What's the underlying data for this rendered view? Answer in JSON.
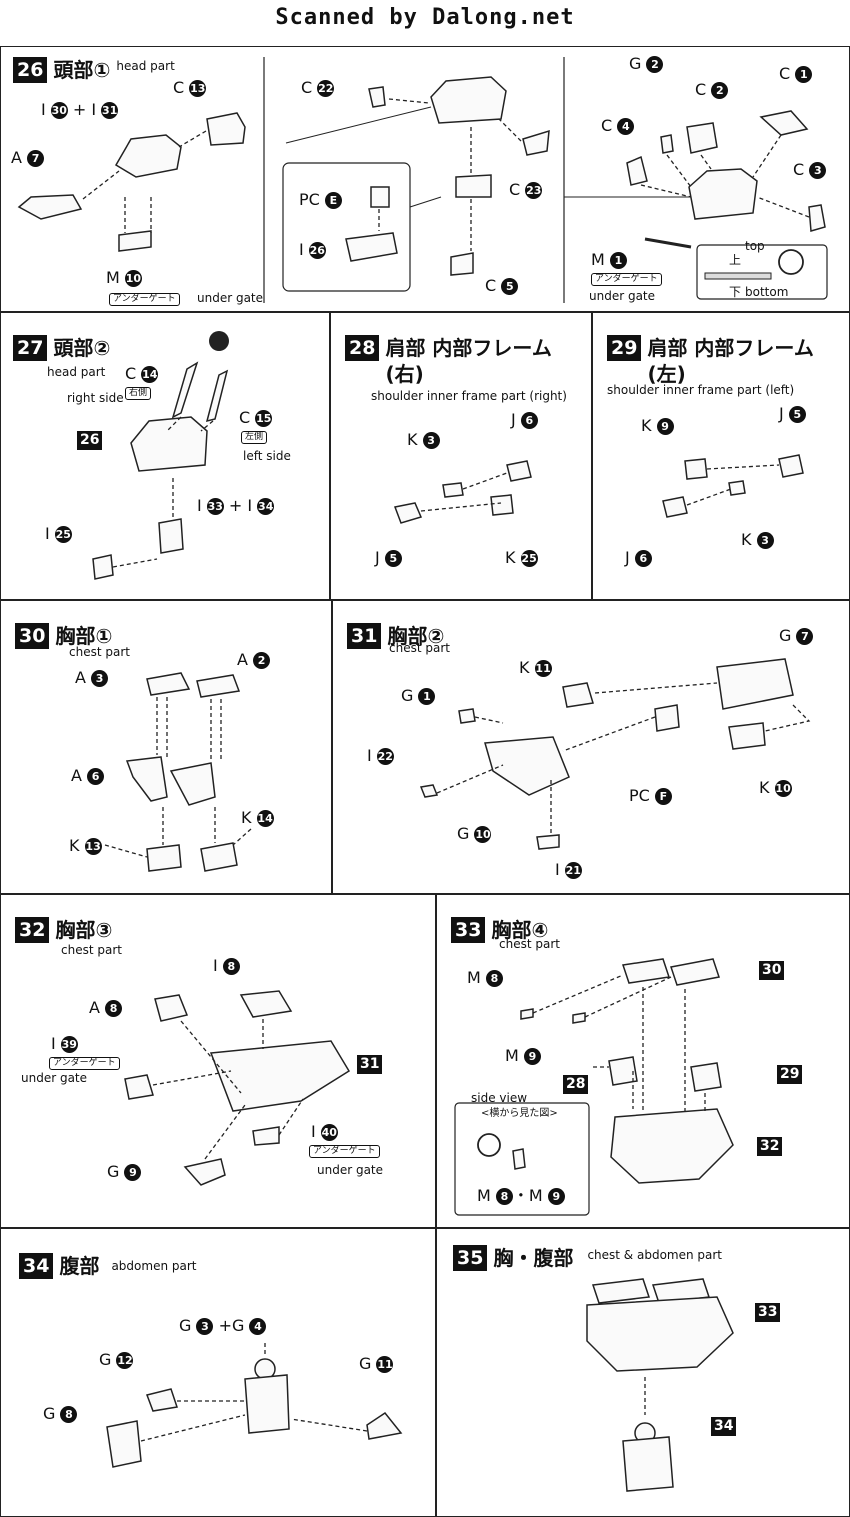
{
  "header": {
    "scan_credit": "Scanned by Dalong.net"
  },
  "labels": {
    "under_gate_jp": "アンダーゲート",
    "under_gate_en": "under gate"
  },
  "steps": [
    {
      "num": "26",
      "title_jp": "頭部①",
      "title_en": "head part",
      "parts": [
        "I 30 + I 31",
        "A 7",
        "C 13",
        "M 10",
        "C 22",
        "C 23",
        "PC E",
        "I 26",
        "C 5",
        "G 2",
        "C 2",
        "C 1",
        "C 4",
        "C 3",
        "M 1"
      ],
      "orientation": {
        "top_jp": "上",
        "top_en": "top",
        "bottom_jp": "下",
        "bottom_en": "bottom"
      }
    },
    {
      "num": "27",
      "title_jp": "頭部②",
      "title_en": "head part",
      "parts": [
        "C 14",
        "C 15",
        "I 33 + I 34",
        "I 25"
      ],
      "right_side_jp": "右側",
      "right_side_en": "right side",
      "left_side_jp": "左側",
      "left_side_en": "left side",
      "ref": "26"
    },
    {
      "num": "28",
      "title_jp": "肩部 内部フレーム(右)",
      "title_en": "shoulder inner frame part (right)",
      "parts": [
        "K 3",
        "J 6",
        "J 5",
        "K 25"
      ]
    },
    {
      "num": "29",
      "title_jp": "肩部 内部フレーム(左)",
      "title_en": "shoulder inner frame part (left)",
      "parts": [
        "K 9",
        "J 5",
        "J 6",
        "K 3"
      ]
    },
    {
      "num": "30",
      "title_jp": "胸部①",
      "title_en": "chest part",
      "parts": [
        "A 3",
        "A 2",
        "A 6",
        "K 13",
        "K 14"
      ]
    },
    {
      "num": "31",
      "title_jp": "胸部②",
      "title_en": "chest part",
      "parts": [
        "G 7",
        "K 11",
        "G 1",
        "I 22",
        "PC F",
        "K 10",
        "G 10",
        "I 21"
      ]
    },
    {
      "num": "32",
      "title_jp": "胸部③",
      "title_en": "chest part",
      "parts": [
        "I 8",
        "A 8",
        "I 39",
        "G 9",
        "I 40"
      ],
      "ref": "31"
    },
    {
      "num": "33",
      "title_jp": "胸部④",
      "title_en": "chest part",
      "parts": [
        "M 8",
        "M 9",
        "M 8・M 9"
      ],
      "side_view_en": "side view",
      "side_view_jp": "<横から見た図>",
      "refs": [
        "30",
        "28",
        "29",
        "32"
      ]
    },
    {
      "num": "34",
      "title_jp": "腹部",
      "title_en": "abdomen part",
      "parts": [
        "G 3 + G 4",
        "G 12",
        "G 11",
        "G 8"
      ]
    },
    {
      "num": "35",
      "title_jp": "胸・腹部",
      "title_en": "chest & abdomen part",
      "refs": [
        "33",
        "34"
      ]
    }
  ]
}
